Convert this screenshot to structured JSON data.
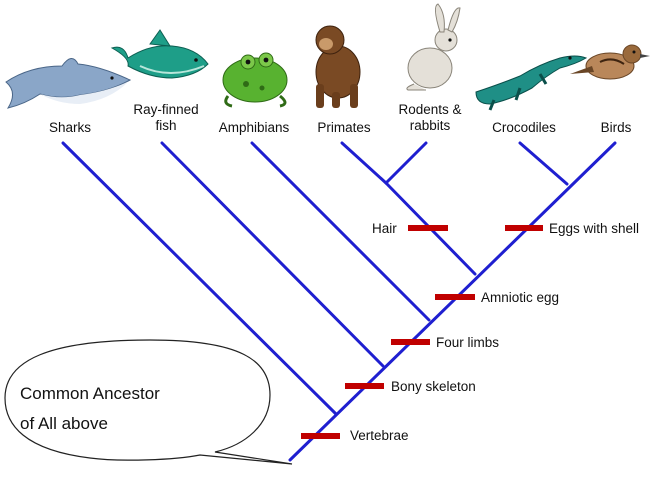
{
  "taxa": {
    "sharks": "Sharks",
    "ray_finned_fish": "Ray-finned fish",
    "amphibians": "Amphibians",
    "primates": "Primates",
    "rodents_rabbits": "Rodents & rabbits",
    "crocodiles": "Crocodiles",
    "birds": "Birds"
  },
  "traits": {
    "vertebrae": "Vertebrae",
    "bony_skeleton": "Bony skeleton",
    "four_limbs": "Four limbs",
    "amniotic_egg": "Amniotic egg",
    "hair": "Hair",
    "eggs_with_shell": "Eggs with shell"
  },
  "callout": {
    "line1": "Common Ancestor",
    "line2": "of All above"
  },
  "colors": {
    "branch": "#1f1fd0",
    "trait_marker": "#c00000"
  },
  "icons": [
    "shark-icon",
    "fish-icon",
    "frog-icon",
    "primate-icon",
    "rabbit-icon",
    "crocodile-icon",
    "bird-icon"
  ]
}
